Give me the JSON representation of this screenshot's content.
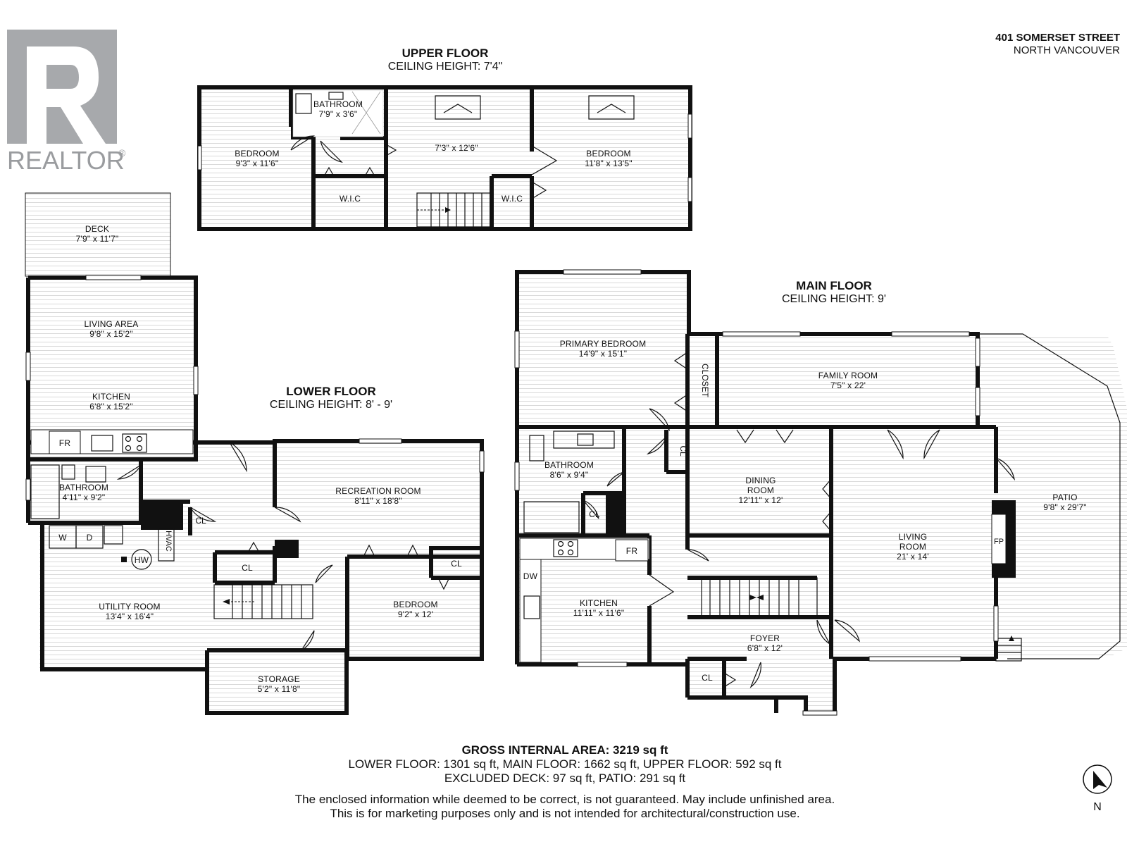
{
  "address": {
    "line1": "401 SOMERSET STREET",
    "line2": "NORTH VANCOUVER"
  },
  "logo": {
    "text": "REALTOR",
    "reg": "®",
    "icon": "realtor-r-logo"
  },
  "upper_floor": {
    "title": "UPPER FLOOR",
    "ceiling": "CEILING HEIGHT: 7'4\"",
    "rooms": {
      "bedroom_left": {
        "name": "BEDROOM",
        "dims": "9'3\" x 11'6\""
      },
      "bathroom": {
        "name": "BATHROOM",
        "dims": "7'9\" x 3'6\""
      },
      "hall": {
        "dims": "7'3\" x 12'6\""
      },
      "bedroom_right": {
        "name": "BEDROOM",
        "dims": "11'8\" x 13'5\""
      },
      "wic_left": "W.I.C",
      "wic_right": "W.I.C"
    }
  },
  "lower_floor": {
    "title": "LOWER FLOOR",
    "ceiling": "CEILING HEIGHT: 8' - 9'",
    "rooms": {
      "deck": {
        "name": "DECK",
        "dims": "7'9\" x 11'7\""
      },
      "living_area": {
        "name": "LIVING AREA",
        "dims": "9'8\" x 15'2\""
      },
      "kitchen": {
        "name": "KITCHEN",
        "dims": "6'8\" x 15'2\""
      },
      "fr": "FR",
      "bathroom": {
        "name": "BATHROOM",
        "dims": "4'11\" x 9'2\""
      },
      "recreation": {
        "name": "RECREATION ROOM",
        "dims": "8'11\" x 18'8\""
      },
      "utility": {
        "name": "UTILITY ROOM",
        "dims": "13'4\" x 16'4\""
      },
      "bedroom": {
        "name": "BEDROOM",
        "dims": "9'2\" x 12'"
      },
      "storage": {
        "name": "STORAGE",
        "dims": "5'2\" x 11'8\""
      },
      "cl1": "CL",
      "cl2": "CL",
      "cl3": "CL",
      "w": "W",
      "d": "D",
      "hvac": "HVAC",
      "hw": "HW"
    }
  },
  "main_floor": {
    "title": "MAIN FLOOR",
    "ceiling": "CEILING HEIGHT: 9'",
    "rooms": {
      "primary": {
        "name": "PRIMARY BEDROOM",
        "dims": "14'9\" x 15'1\""
      },
      "closet": "CLOSET",
      "family": {
        "name": "FAMILY ROOM",
        "dims": "7'5\" x 22'"
      },
      "bathroom": {
        "name": "BATHROOM",
        "dims": "8'6\" x 9'4\""
      },
      "dining": {
        "name": "DINING",
        "name2": "ROOM",
        "dims": "12'11\" x 12'"
      },
      "living": {
        "name": "LIVING",
        "name2": "ROOM",
        "dims": "21' x 14'"
      },
      "patio": {
        "name": "PATIO",
        "dims": "9'8\" x 29'7\""
      },
      "kitchen": {
        "name": "KITCHEN",
        "dims": "11'11\" x 11'6\""
      },
      "foyer": {
        "name": "FOYER",
        "dims": "6'8\" x 12'"
      },
      "fr": "FR",
      "dw": "DW",
      "fp": "FP",
      "cl1": "CL",
      "cl2": "CL",
      "cl3": "CL"
    }
  },
  "summary": {
    "gross_label": "GROSS INTERNAL AREA: 3219 sq ft",
    "line2": "LOWER FLOOR: 1301 sq ft, MAIN FLOOR: 1662 sq ft, UPPER FLOOR: 592 sq ft",
    "line3": "EXCLUDED DECK: 97 sq ft, PATIO: 291 sq ft",
    "disclaimer1": "The enclosed information while deemed to be correct, is not guaranteed. May include unfinished area.",
    "disclaimer2": "This is for marketing purposes only and is not intended for architectural/construction use."
  },
  "compass": {
    "label": "N",
    "icon": "north-arrow-icon"
  }
}
